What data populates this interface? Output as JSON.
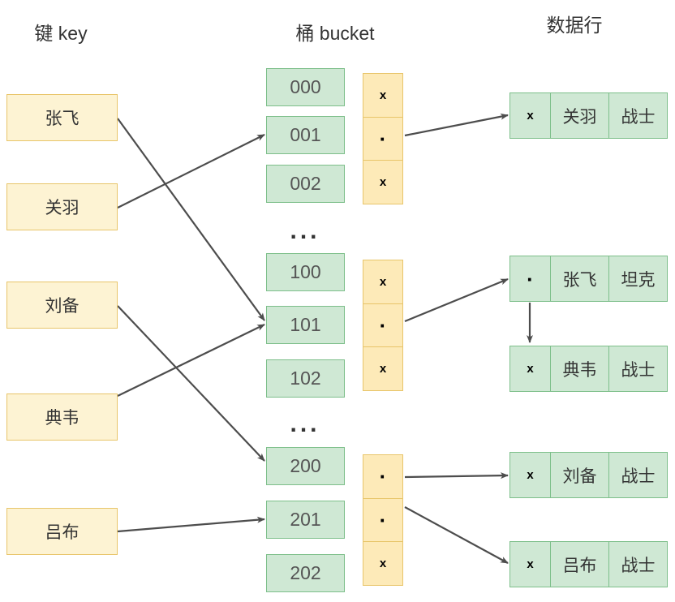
{
  "headers": {
    "key": "键 key",
    "bucket": "桶 bucket",
    "rows": "数据行"
  },
  "symbols": {
    "null": "x",
    "pointer": "·",
    "ellipsis": "..."
  },
  "keys": [
    {
      "label": "张飞"
    },
    {
      "label": "关羽"
    },
    {
      "label": "刘备"
    },
    {
      "label": "典韦"
    },
    {
      "label": "吕布"
    }
  ],
  "bucket_groups": [
    {
      "buckets": [
        {
          "index": "000",
          "pointer": "x"
        },
        {
          "index": "001",
          "pointer": "·"
        },
        {
          "index": "002",
          "pointer": "x"
        }
      ]
    },
    {
      "buckets": [
        {
          "index": "100",
          "pointer": "x"
        },
        {
          "index": "101",
          "pointer": "·"
        },
        {
          "index": "102",
          "pointer": "x"
        }
      ]
    },
    {
      "buckets": [
        {
          "index": "200",
          "pointer": "·"
        },
        {
          "index": "201",
          "pointer": "·"
        },
        {
          "index": "202",
          "pointer": "x"
        }
      ]
    }
  ],
  "data_rows": [
    {
      "pointer": "x",
      "name": "关羽",
      "role": "战士"
    },
    {
      "pointer": "·",
      "name": "张飞",
      "role": "坦克"
    },
    {
      "pointer": "x",
      "name": "典韦",
      "role": "战士"
    },
    {
      "pointer": "x",
      "name": "刘备",
      "role": "战士"
    },
    {
      "pointer": "x",
      "name": "吕布",
      "role": "战士"
    }
  ],
  "colors": {
    "key_fill": "#fdf3d3",
    "key_stroke": "#e8c56a",
    "bucket_fill": "#cfe8d4",
    "bucket_stroke": "#7dbf8a",
    "pointer_fill": "#fdeab8",
    "arrow": "#4d4d4d",
    "text": "#333333",
    "background": "#ffffff"
  }
}
